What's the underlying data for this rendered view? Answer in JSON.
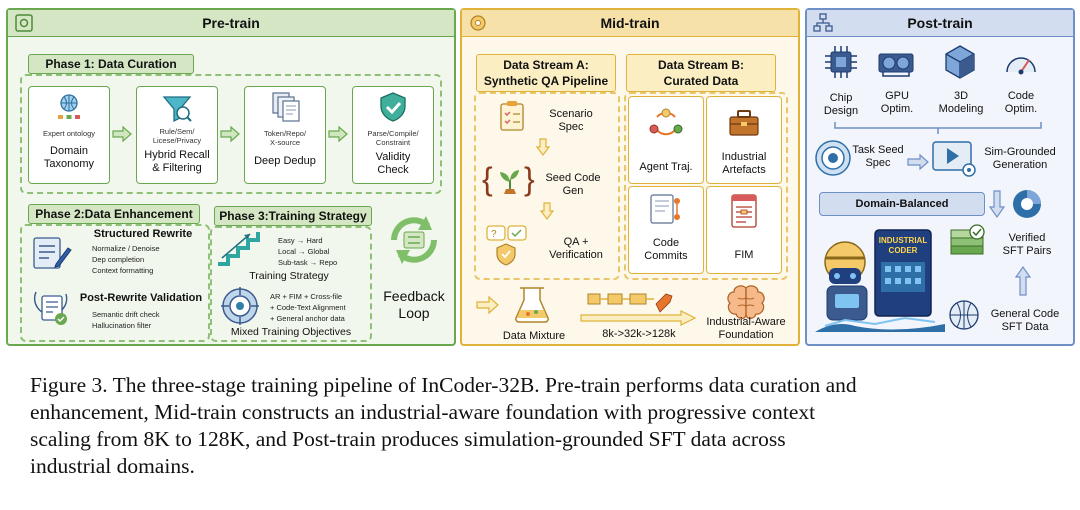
{
  "pretrain": {
    "title": "Pre-train",
    "phase1": {
      "label": "Phase 1: Data Curation",
      "steps": [
        {
          "small": "Expert ontology",
          "label": "Domain\nTaxonomy"
        },
        {
          "small": "Rule/Sem/\nLicese/Privacy",
          "label": "Hybrid Recall\n& Filtering"
        },
        {
          "small": "Token/Repo/\nX-source",
          "label": "Deep Dedup"
        },
        {
          "small": "Parse/Compile/\nConstraint",
          "label": "Validity\nCheck"
        }
      ]
    },
    "phase2": {
      "label": "Phase 2:Data Enhancement",
      "rewrite_title": "Structured Rewrite",
      "rewrite_items": [
        "Normalize / Denoise",
        "Dep completion",
        "Context formatting"
      ],
      "validation_title": "Post-Rewrite Validation",
      "validation_items": [
        "Semantic drift check",
        "Hallucination filter"
      ]
    },
    "phase3": {
      "label": "Phase 3:Training Strategy",
      "strategy_items": [
        "Easy → Hard",
        "Local → Global",
        "Sub-task → Repo"
      ],
      "strategy_title": "Training Strategy",
      "objective_items": [
        "AR + FIM + Cross-file",
        "+ Code-Text Alignment",
        "+ General anchor data"
      ],
      "objective_title": "Mixed Training Objectives"
    },
    "feedback": "Feedback\nLoop"
  },
  "midtrain": {
    "title": "Mid-train",
    "stream_a": {
      "label": "Data Stream A:\nSynthetic QA Pipeline",
      "steps": [
        "Scenario\nSpec",
        "Seed Code\nGen",
        "QA +\nVerification"
      ]
    },
    "stream_b": {
      "label": "Data Stream B:\nCurated Data",
      "cells": [
        "Agent Traj.",
        "Industrial\nArtefacts",
        "Code\nCommits",
        "FIM"
      ]
    },
    "mixture": "Data Mixture",
    "context": "8k->32k->128k",
    "foundation": "Industrial-Aware\nFoundation"
  },
  "posttrain": {
    "title": "Post-train",
    "domains": [
      "Chip\nDesign",
      "GPU\nOptim.",
      "3D\nModeling",
      "Code\nOptim."
    ],
    "seed": "Task Seed\nSpec",
    "sim": "Sim-Grounded\nGeneration",
    "balanced": "Domain-Balanced",
    "verified": "Verified\nSFT Pairs",
    "general": "General Code\nSFT Data",
    "mascot_badge": "INDUSTRIAL\nCODER"
  },
  "colors": {
    "green": "#6aa84f",
    "green_bg": "#f1f7ec",
    "green_header": "#d4e6c3",
    "gold": "#e0b23a",
    "gold_bg": "#fdf8ea",
    "gold_header": "#f6e2a8",
    "blue": "#6f8fc7",
    "blue_bg": "#f2f5fb",
    "blue_header": "#d3ddf0"
  },
  "caption": [
    "Figure 3. The three-stage training pipeline of InCoder-32B. Pre-train performs data curation and",
    "enhancement, Mid-train constructs an industrial-aware foundation with progressive context",
    "scaling from 8K to 128K, and Post-train produces simulation-grounded SFT data across",
    "industrial domains."
  ]
}
